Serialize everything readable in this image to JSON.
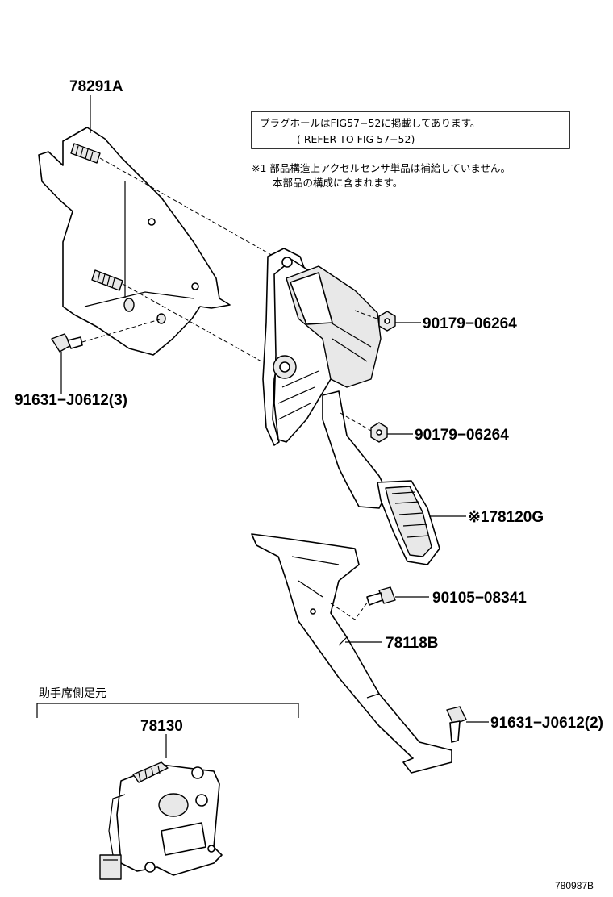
{
  "note_box": {
    "line1": "プラグホールはFIG57−52に掲載してあります。",
    "line2": "( REFER TO FIG 57−52)"
  },
  "footnote": {
    "line1": "※1 部品構造上アクセルセンサ単品は補給していません。",
    "line2": "本部品の構成に含まれます。"
  },
  "parts": {
    "bracket_upper": "78291A",
    "bolt_upper": "91631−J0612(3)",
    "nut_top": "90179−06264",
    "nut_mid": "90179−06264",
    "pedal_assy": "※178120G",
    "bolt_bracket": "90105−08341",
    "bracket_lower": "78118B",
    "bolt_lower": "91631−J0612(2)",
    "passenger_part": "78130"
  },
  "section_heading": "助手席側足元",
  "drawing_number": "780987B"
}
